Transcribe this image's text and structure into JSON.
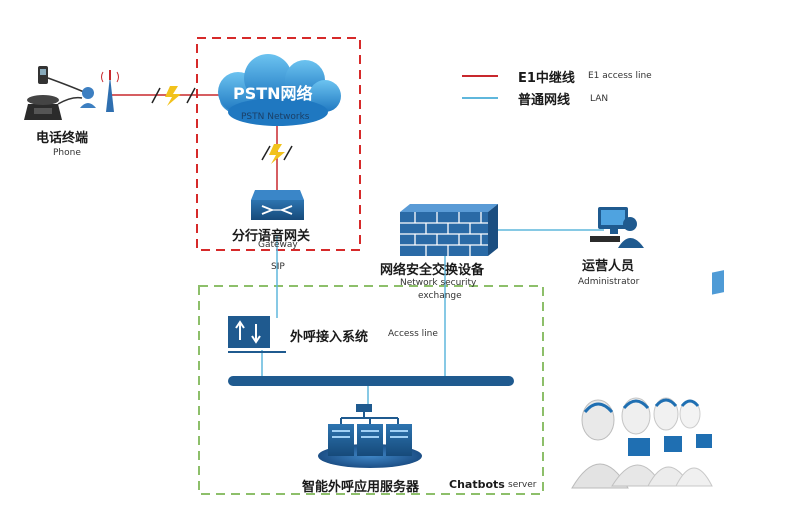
{
  "legend": {
    "e1_line_zh": "E1中继线",
    "e1_line_en": "E1 access line",
    "lan_zh": "普通网线",
    "lan_en": "LAN"
  },
  "nodes": {
    "pstn": {
      "title": "PSTN网络",
      "subtitle": "PSTN Networks"
    },
    "phone": {
      "zh": "电话终端",
      "en": "Phone"
    },
    "gateway": {
      "zh": "分行语音网关",
      "en": "Gateway"
    },
    "sip": "SIP",
    "firewall": {
      "zh": "网络安全交换设备",
      "en1": "Network security",
      "en2": "exchange"
    },
    "admin": {
      "zh": "运营人员",
      "en": "Administrator"
    },
    "access": {
      "zh": "外呼接入系统",
      "en": "Access line"
    },
    "server": {
      "zh": "智能外呼应用服务器",
      "en_bold": "Chatbots",
      "en": "server"
    }
  },
  "colors": {
    "e1_line": "#c8282d",
    "lan": "#5fb7dc",
    "red_box": "#d62a2a",
    "green_box": "#8dbf6a",
    "navy": "#1f5a8f",
    "cloud": "#2f8fd0"
  },
  "icons": [
    "phone-icon",
    "antenna-icon",
    "lightning-icon",
    "cloud-icon",
    "gateway-icon",
    "firewall-icon",
    "admin-icon",
    "access-icon",
    "server-icon",
    "agents-image"
  ]
}
